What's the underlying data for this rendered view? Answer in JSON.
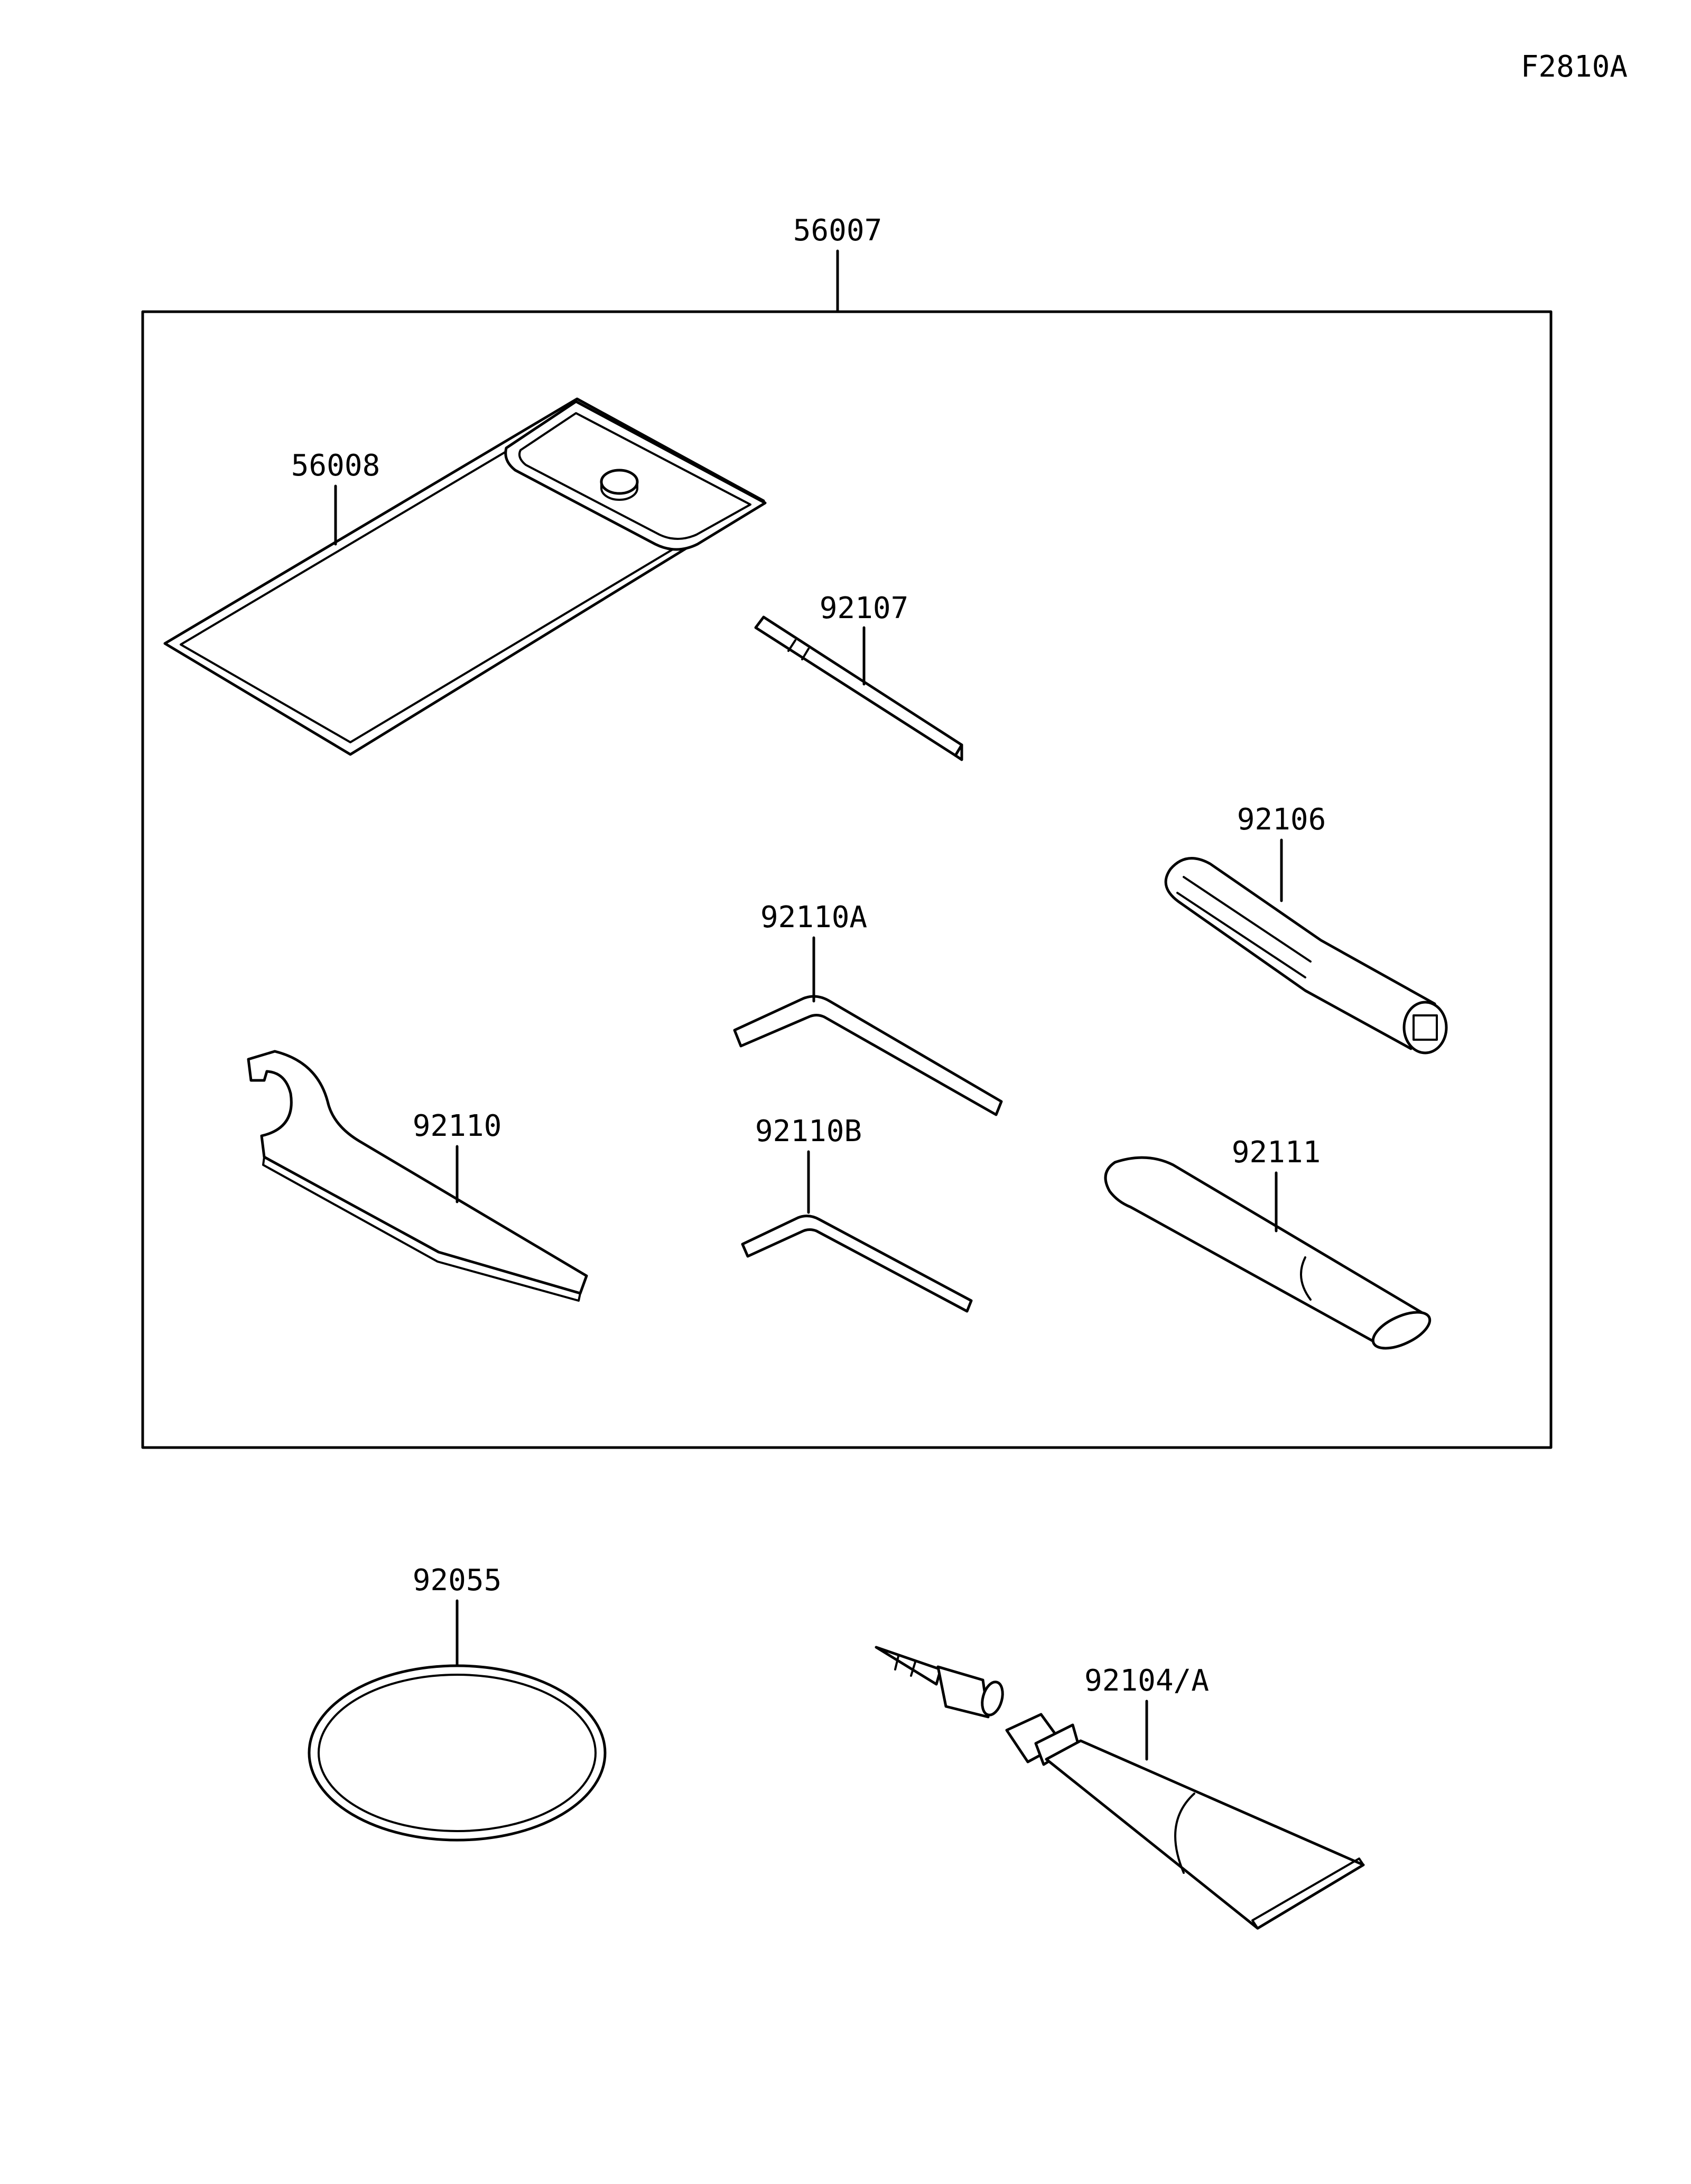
{
  "figure_code": "F2810A",
  "parts": {
    "tool_kit": "56007",
    "tool_bag": "56008",
    "screwdriver_bit": "92107",
    "screwdriver_handle": "92106",
    "hex_wrench_a": "92110A",
    "hex_wrench_b": "92110B",
    "spanner": "92110",
    "extension_tube": "92111",
    "o_ring": "92055",
    "grease_tube": "92104/A"
  }
}
